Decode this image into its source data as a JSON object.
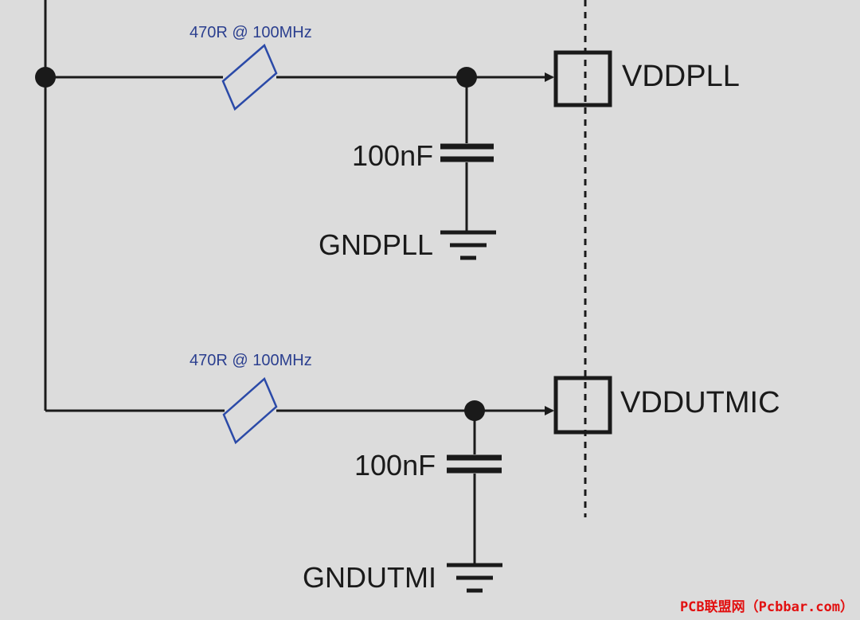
{
  "diagram": {
    "nodes": [
      {
        "id": "bead_top",
        "kind": "ferrite-bead",
        "label": "470R @ 100MHz"
      },
      {
        "id": "cap_top",
        "kind": "capacitor",
        "label": "100nF"
      },
      {
        "id": "gnd_top",
        "kind": "ground",
        "label": "GNDPLL"
      },
      {
        "id": "pin_top",
        "kind": "pin",
        "label": "VDDPLL"
      },
      {
        "id": "bead_bottom",
        "kind": "ferrite-bead",
        "label": "470R @ 100MHz"
      },
      {
        "id": "cap_bottom",
        "kind": "capacitor",
        "label": "100nF"
      },
      {
        "id": "gnd_bottom",
        "kind": "ground",
        "label": "GNDUTMI"
      },
      {
        "id": "pin_bottom",
        "kind": "pin",
        "label": "VDDUTMIC"
      }
    ],
    "edges": [
      {
        "from": "bead_top",
        "to": "pin_top"
      },
      {
        "from": "bead_top",
        "to": "cap_top"
      },
      {
        "from": "cap_top",
        "to": "gnd_top"
      },
      {
        "from": "bead_bottom",
        "to": "pin_bottom"
      },
      {
        "from": "bead_bottom",
        "to": "cap_bottom"
      },
      {
        "from": "cap_bottom",
        "to": "gnd_bottom"
      }
    ]
  },
  "watermark": "PCB联盟网（Pcbbar.com）",
  "colors": {
    "wire": "#1a1a1a",
    "bead": "#2b4aa8",
    "bead_label": "#2b3f8f",
    "background": "#dcdcdc",
    "watermark": "#e21010"
  }
}
